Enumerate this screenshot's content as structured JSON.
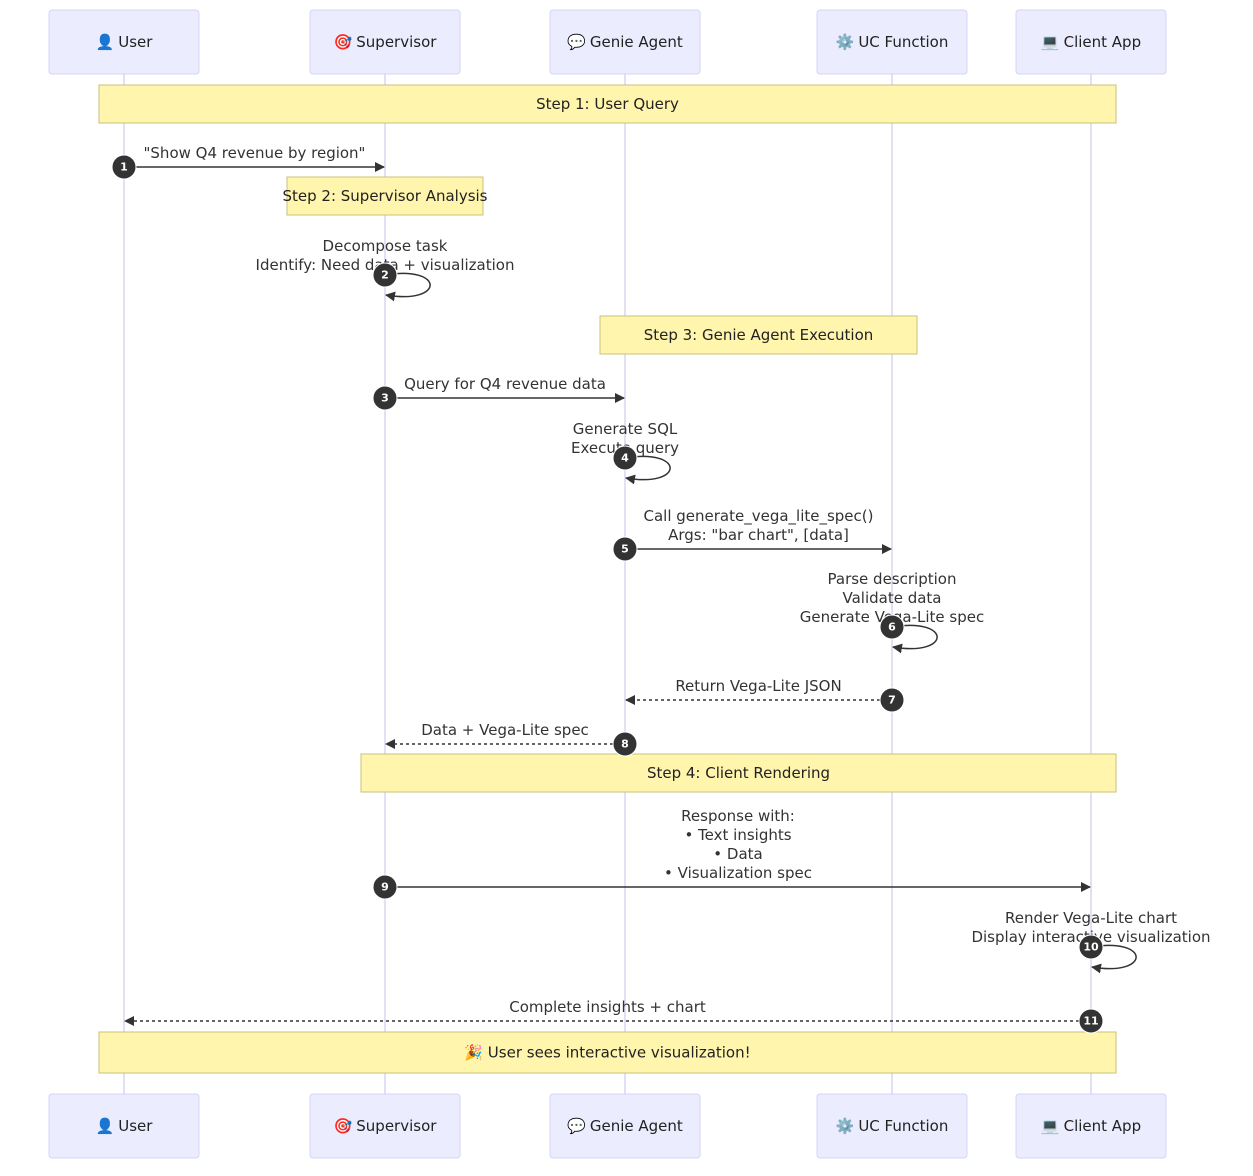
{
  "participants": [
    {
      "id": "user",
      "icon": "👤",
      "label": "User"
    },
    {
      "id": "supervisor",
      "icon": "🎯",
      "label": "Supervisor"
    },
    {
      "id": "genie",
      "icon": "💬",
      "label": "Genie Agent"
    },
    {
      "id": "uc",
      "icon": "⚙️",
      "label": "UC Function"
    },
    {
      "id": "client",
      "icon": "💻",
      "label": "Client App"
    }
  ],
  "notes": [
    {
      "from": "user",
      "to": "client",
      "text": "Step 1: User Query"
    },
    {
      "from": "supervisor",
      "to": "supervisor",
      "text": "Step 2: Supervisor Analysis"
    },
    {
      "from": "genie",
      "to": "uc",
      "text": "Step 3: Genie Agent Execution"
    },
    {
      "from": "supervisor",
      "to": "client",
      "text": "Step 4: Client Rendering"
    },
    {
      "from": "user",
      "to": "client",
      "text": "🎉 User sees interactive visualization!"
    }
  ],
  "messages": [
    {
      "number": "1",
      "from": "user",
      "to": "supervisor",
      "style": "solid",
      "lines": [
        "\"Show Q4 revenue by region\""
      ]
    },
    {
      "number": "2",
      "from": "supervisor",
      "to": "supervisor",
      "style": "solid",
      "lines": [
        "Decompose task",
        "Identify: Need data + visualization"
      ]
    },
    {
      "number": "3",
      "from": "supervisor",
      "to": "genie",
      "style": "solid",
      "lines": [
        "Query for Q4 revenue data"
      ]
    },
    {
      "number": "4",
      "from": "genie",
      "to": "genie",
      "style": "solid",
      "lines": [
        "Generate SQL",
        "Execute query"
      ]
    },
    {
      "number": "5",
      "from": "genie",
      "to": "uc",
      "style": "solid",
      "lines": [
        "Call generate_vega_lite_spec()",
        "Args: \"bar chart\", [data]"
      ]
    },
    {
      "number": "6",
      "from": "uc",
      "to": "uc",
      "style": "solid",
      "lines": [
        "Parse description",
        "Validate data",
        "Generate Vega-Lite spec"
      ]
    },
    {
      "number": "7",
      "from": "uc",
      "to": "genie",
      "style": "dashed",
      "lines": [
        "Return Vega-Lite JSON"
      ]
    },
    {
      "number": "8",
      "from": "genie",
      "to": "supervisor",
      "style": "dashed",
      "lines": [
        "Data + Vega-Lite spec"
      ]
    },
    {
      "number": "9",
      "from": "supervisor",
      "to": "client",
      "style": "solid",
      "lines": [
        "Response with:",
        "• Text insights",
        "• Data",
        "• Visualization spec"
      ]
    },
    {
      "number": "10",
      "from": "client",
      "to": "client",
      "style": "solid",
      "lines": [
        "Render Vega-Lite chart",
        "Display interactive visualization"
      ]
    },
    {
      "number": "11",
      "from": "client",
      "to": "user",
      "style": "dashed",
      "lines": [
        "Complete insights + chart"
      ]
    }
  ]
}
